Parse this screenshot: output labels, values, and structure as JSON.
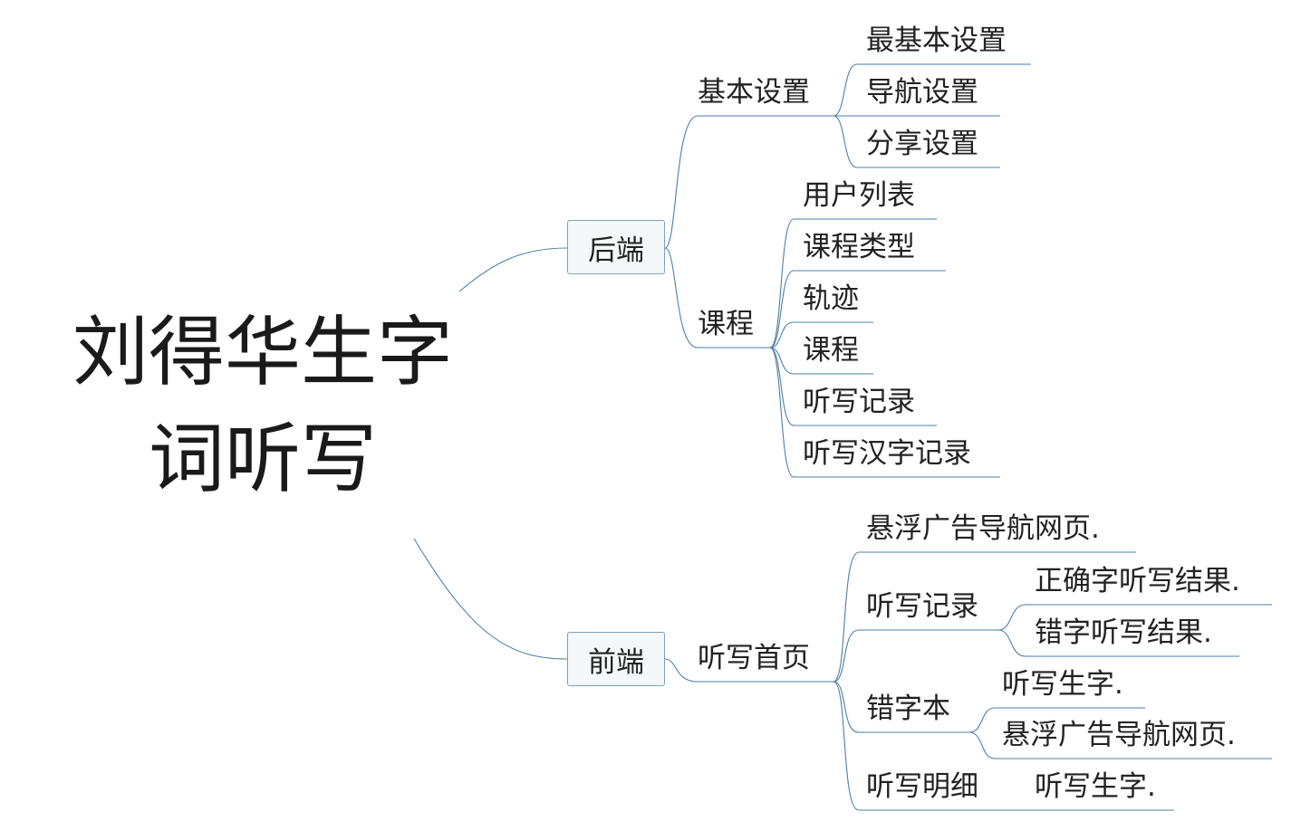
{
  "root": {
    "line1": "刘得华生字",
    "line2": "词听写"
  },
  "backend": {
    "label": "后端",
    "basic": {
      "label": "基本设置",
      "items": [
        "最基本设置",
        "导航设置",
        "分享设置"
      ]
    },
    "course": {
      "label": "课程",
      "items": [
        "用户列表",
        "课程类型",
        "轨迹",
        "课程",
        "听写记录",
        "听写汉字记录"
      ]
    }
  },
  "frontend": {
    "label": "前端",
    "home": {
      "label": "听写首页",
      "ad": "悬浮广告导航网页.",
      "records": {
        "label": "听写记录",
        "items": [
          "正确字听写结果.",
          "错字听写结果."
        ]
      },
      "wrongbook": {
        "label": "错字本",
        "items": [
          "听写生字.",
          "悬浮广告导航网页."
        ]
      },
      "detail": {
        "label": "听写明细",
        "items": [
          "听写生字."
        ]
      }
    }
  },
  "colors": {
    "line": "#4e7fa6",
    "box_border": "#7f9fbf",
    "box_fill": "#f5f8fb"
  }
}
